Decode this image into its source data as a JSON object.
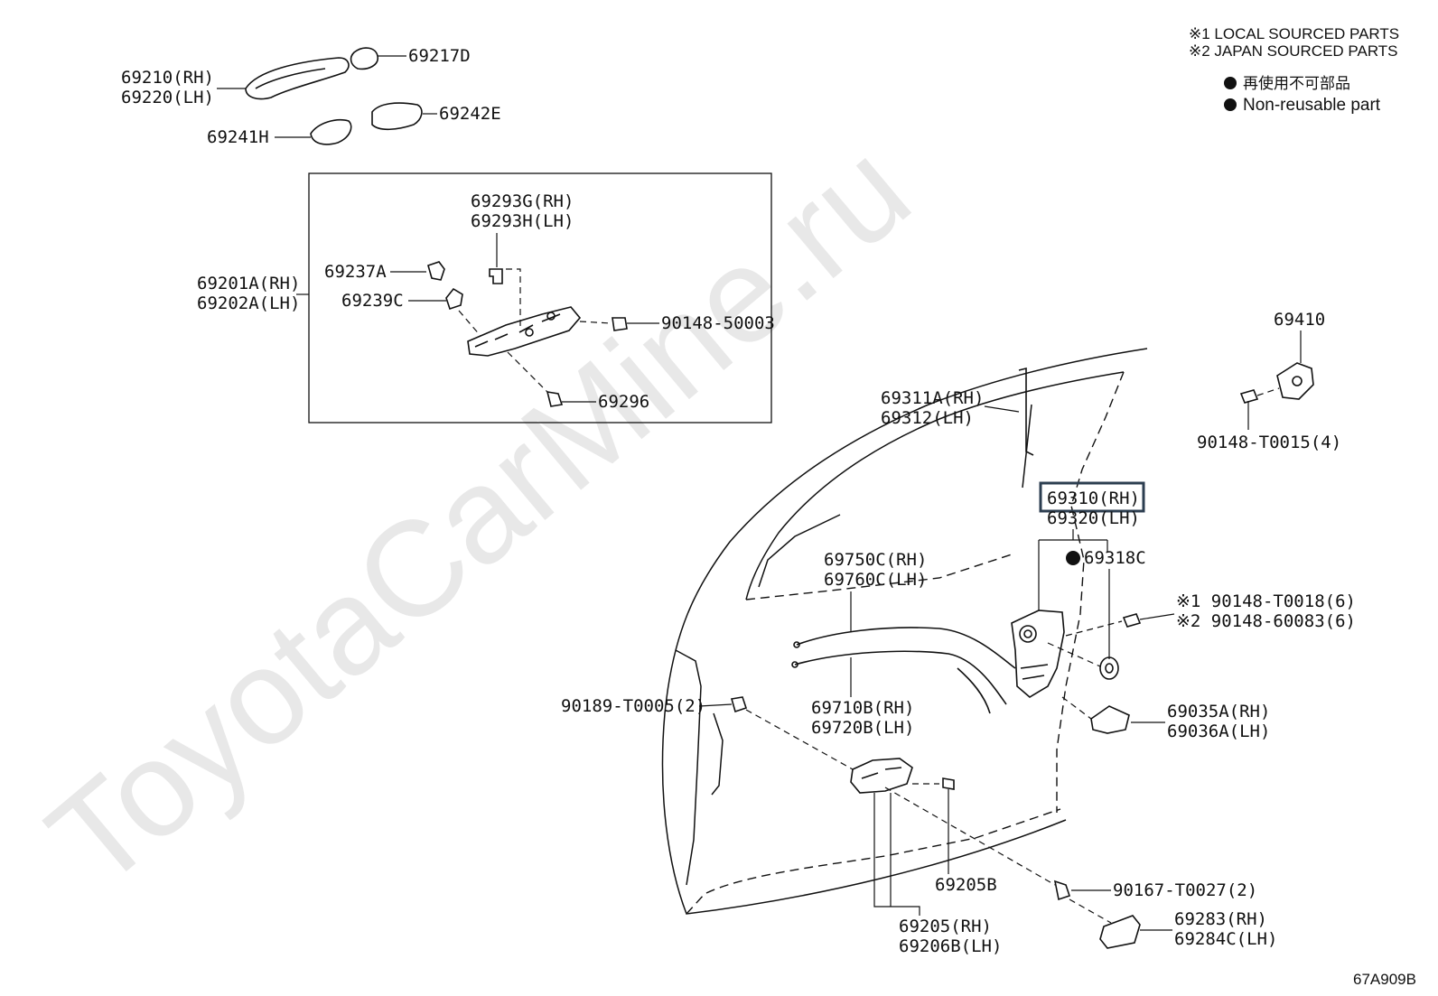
{
  "watermark": "ToyotaCarMine.ru",
  "legend": {
    "local_sourced": "※1 LOCAL SOURCED PARTS",
    "japan_sourced": "※2 JAPAN SOURCED PARTS",
    "non_reusable_jp": "再使用不可部品",
    "non_reusable_en": "Non-reusable part"
  },
  "diagram_code": "67A909B",
  "highlighted_part": "69310(RH)",
  "labels": {
    "p69210": "69210(RH)",
    "p69220": "69220(LH)",
    "p69217d": "69217D",
    "p69242e": "69242E",
    "p69241h": "69241H",
    "p69293g": "69293G(RH)",
    "p69293h": "69293H(LH)",
    "p69201a": "69201A(RH)",
    "p69202a": "69202A(LH)",
    "p69237a": "69237A",
    "p69239c": "69239C",
    "p90148_50003": "90148-50003",
    "p69296": "69296",
    "p69410": "69410",
    "p90148_t0015": "90148-T0015(4)",
    "p69311a": "69311A(RH)",
    "p69312": "69312(LH)",
    "p69310": "69310(RH)",
    "p69320": "69320(LH)",
    "p69318c": "69318C",
    "p90148_t0018": "※1 90148-T0018(6)",
    "p90148_60083": "※2 90148-60083(6)",
    "p69750c": "69750C(RH)",
    "p69760c": "69760C(LH)",
    "p69710b": "69710B(RH)",
    "p69720b": "69720B(LH)",
    "p90189_t0005": "90189-T0005(2)",
    "p69035a": "69035A(RH)",
    "p69036a": "69036A(LH)",
    "p69205b": "69205B",
    "p90167_t0027": "90167-T0027(2)",
    "p69205": "69205(RH)",
    "p69206b": "69206B(LH)",
    "p69283": "69283(RH)",
    "p69284c": "69284C(LH)"
  }
}
